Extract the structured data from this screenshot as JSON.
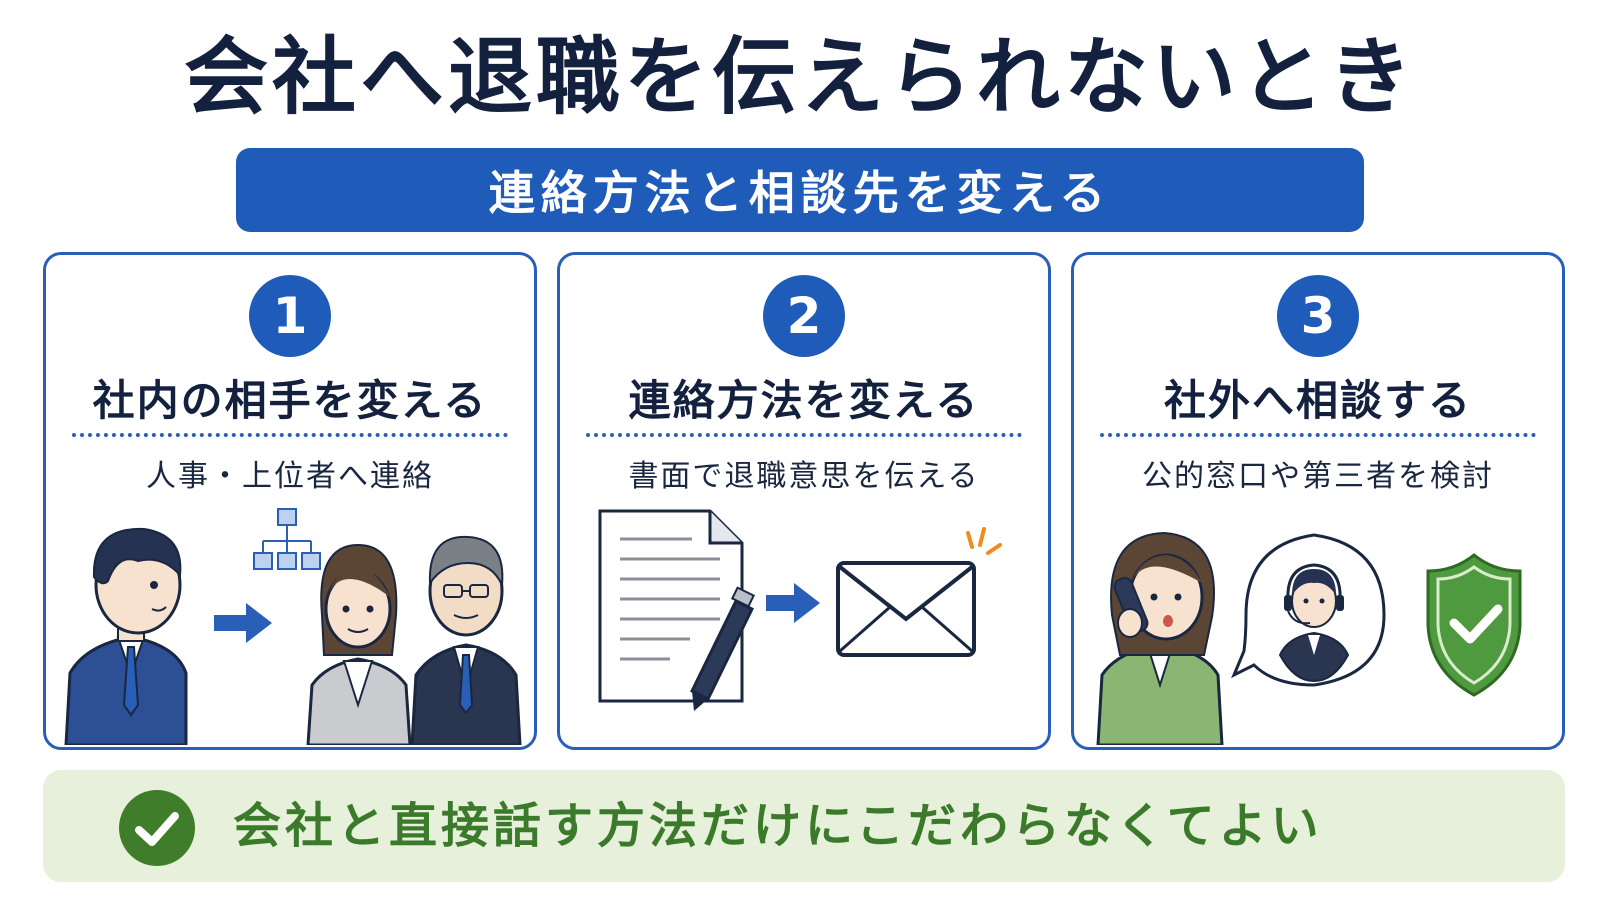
{
  "title": "会社へ退職を伝えられないとき",
  "subtitle": "連絡方法と相談先を変える",
  "colors": {
    "navy": "#13213f",
    "blue": "#1f5bb8",
    "green": "#3f7d2b",
    "green_bg": "#e6f0da"
  },
  "cards": [
    {
      "number": "1",
      "title": "社内の相手を変える",
      "description": "人事・上位者へ連絡",
      "icons": [
        "person-icon",
        "arrow-right-icon",
        "org-chart-icon",
        "people-icon"
      ]
    },
    {
      "number": "2",
      "title": "連絡方法を変える",
      "description": "書面で退職意思を伝える",
      "icons": [
        "document-icon",
        "pen-icon",
        "arrow-right-icon",
        "envelope-icon"
      ]
    },
    {
      "number": "3",
      "title": "社外へ相談する",
      "description": "公的窓口や第三者を検討",
      "icons": [
        "phone-caller-icon",
        "operator-icon",
        "shield-check-icon"
      ]
    }
  ],
  "bottom": {
    "icon": "check-circle-icon",
    "text": "会社と直接話す方法だけにこだわらなくてよい"
  }
}
